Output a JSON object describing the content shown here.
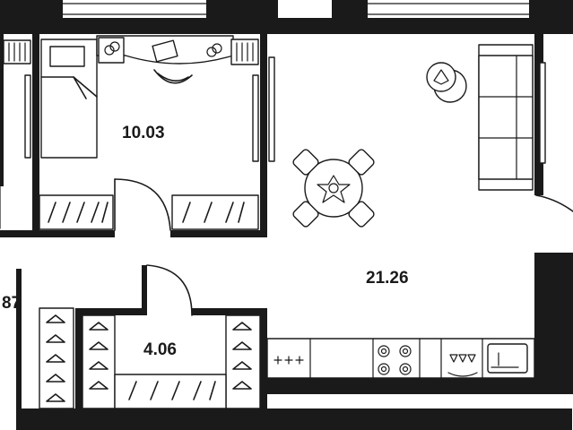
{
  "rooms": {
    "bedroom_area": "10.03",
    "living_area": "21.26",
    "closet_area": "4.06",
    "hall_area_partial": "87"
  },
  "colors": {
    "wall": "#1a1a1a",
    "background": "#ffffff"
  },
  "icons": [
    "bed-icon",
    "desk-icon",
    "laptop-icon",
    "chair-icon",
    "sofa-icon",
    "dining-table-icon",
    "hanger-icon",
    "stove-icon",
    "sink-icon",
    "washing-machine-icon",
    "plant-icon"
  ]
}
